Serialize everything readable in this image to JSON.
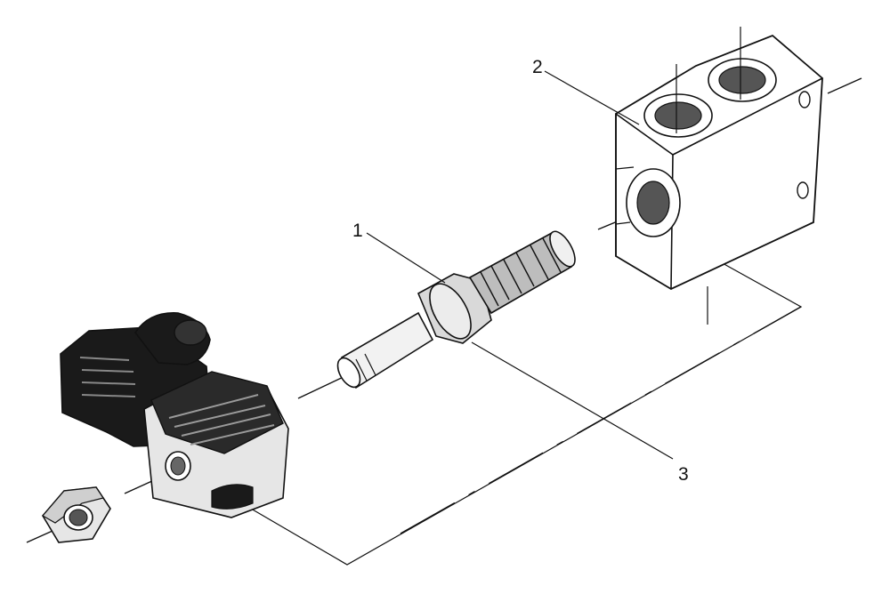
{
  "diagram": {
    "type": "exploded-assembly-drawing",
    "callouts": [
      {
        "id": "1",
        "label": "1",
        "part": "valve-cartridge"
      },
      {
        "id": "2",
        "label": "2",
        "part": "valve-body-block"
      },
      {
        "id": "3",
        "label": "3",
        "part": "cartridge-nut-ring"
      }
    ],
    "parts": [
      "solenoid-coil-connector",
      "hex-nut",
      "valve-cartridge",
      "valve-body-block"
    ],
    "colors": {
      "ink": "#111111",
      "paper": "#ffffff",
      "dark-fill": "#1a1a1a",
      "light-fill": "#e6e6e6"
    }
  }
}
